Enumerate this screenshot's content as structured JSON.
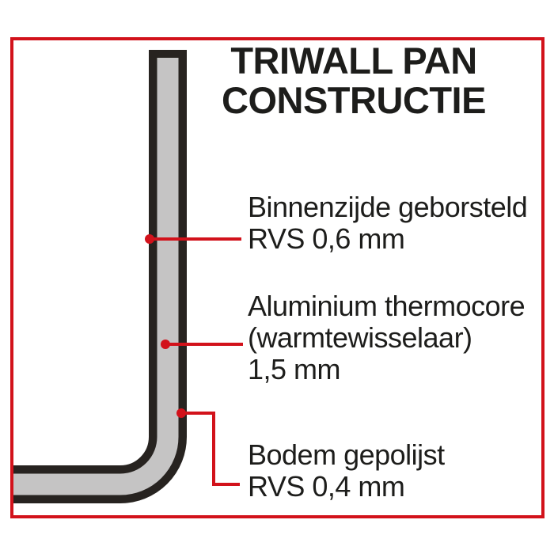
{
  "title": {
    "line1": "TRIWALL PAN",
    "line2": "CONSTRUCTIE"
  },
  "callouts": [
    {
      "target": "inner-wall-brushed-stainless",
      "lines": [
        "Binnenzijde geborsteld",
        "RVS 0,6 mm"
      ]
    },
    {
      "target": "aluminium-thermocore",
      "lines": [
        "Aluminium thermocore",
        "(warmtewisselaar)",
        "1,5 mm"
      ]
    },
    {
      "target": "bottom-polished-stainless",
      "lines": [
        "Bodem gepolijst",
        "RVS 0,4 mm"
      ]
    }
  ],
  "colors": {
    "accent_red": "#d2121b",
    "wall_dark": "#272320",
    "wall_core_gray": "#c5c4c4",
    "text": "#1d1d1b",
    "background": "#ffffff"
  }
}
